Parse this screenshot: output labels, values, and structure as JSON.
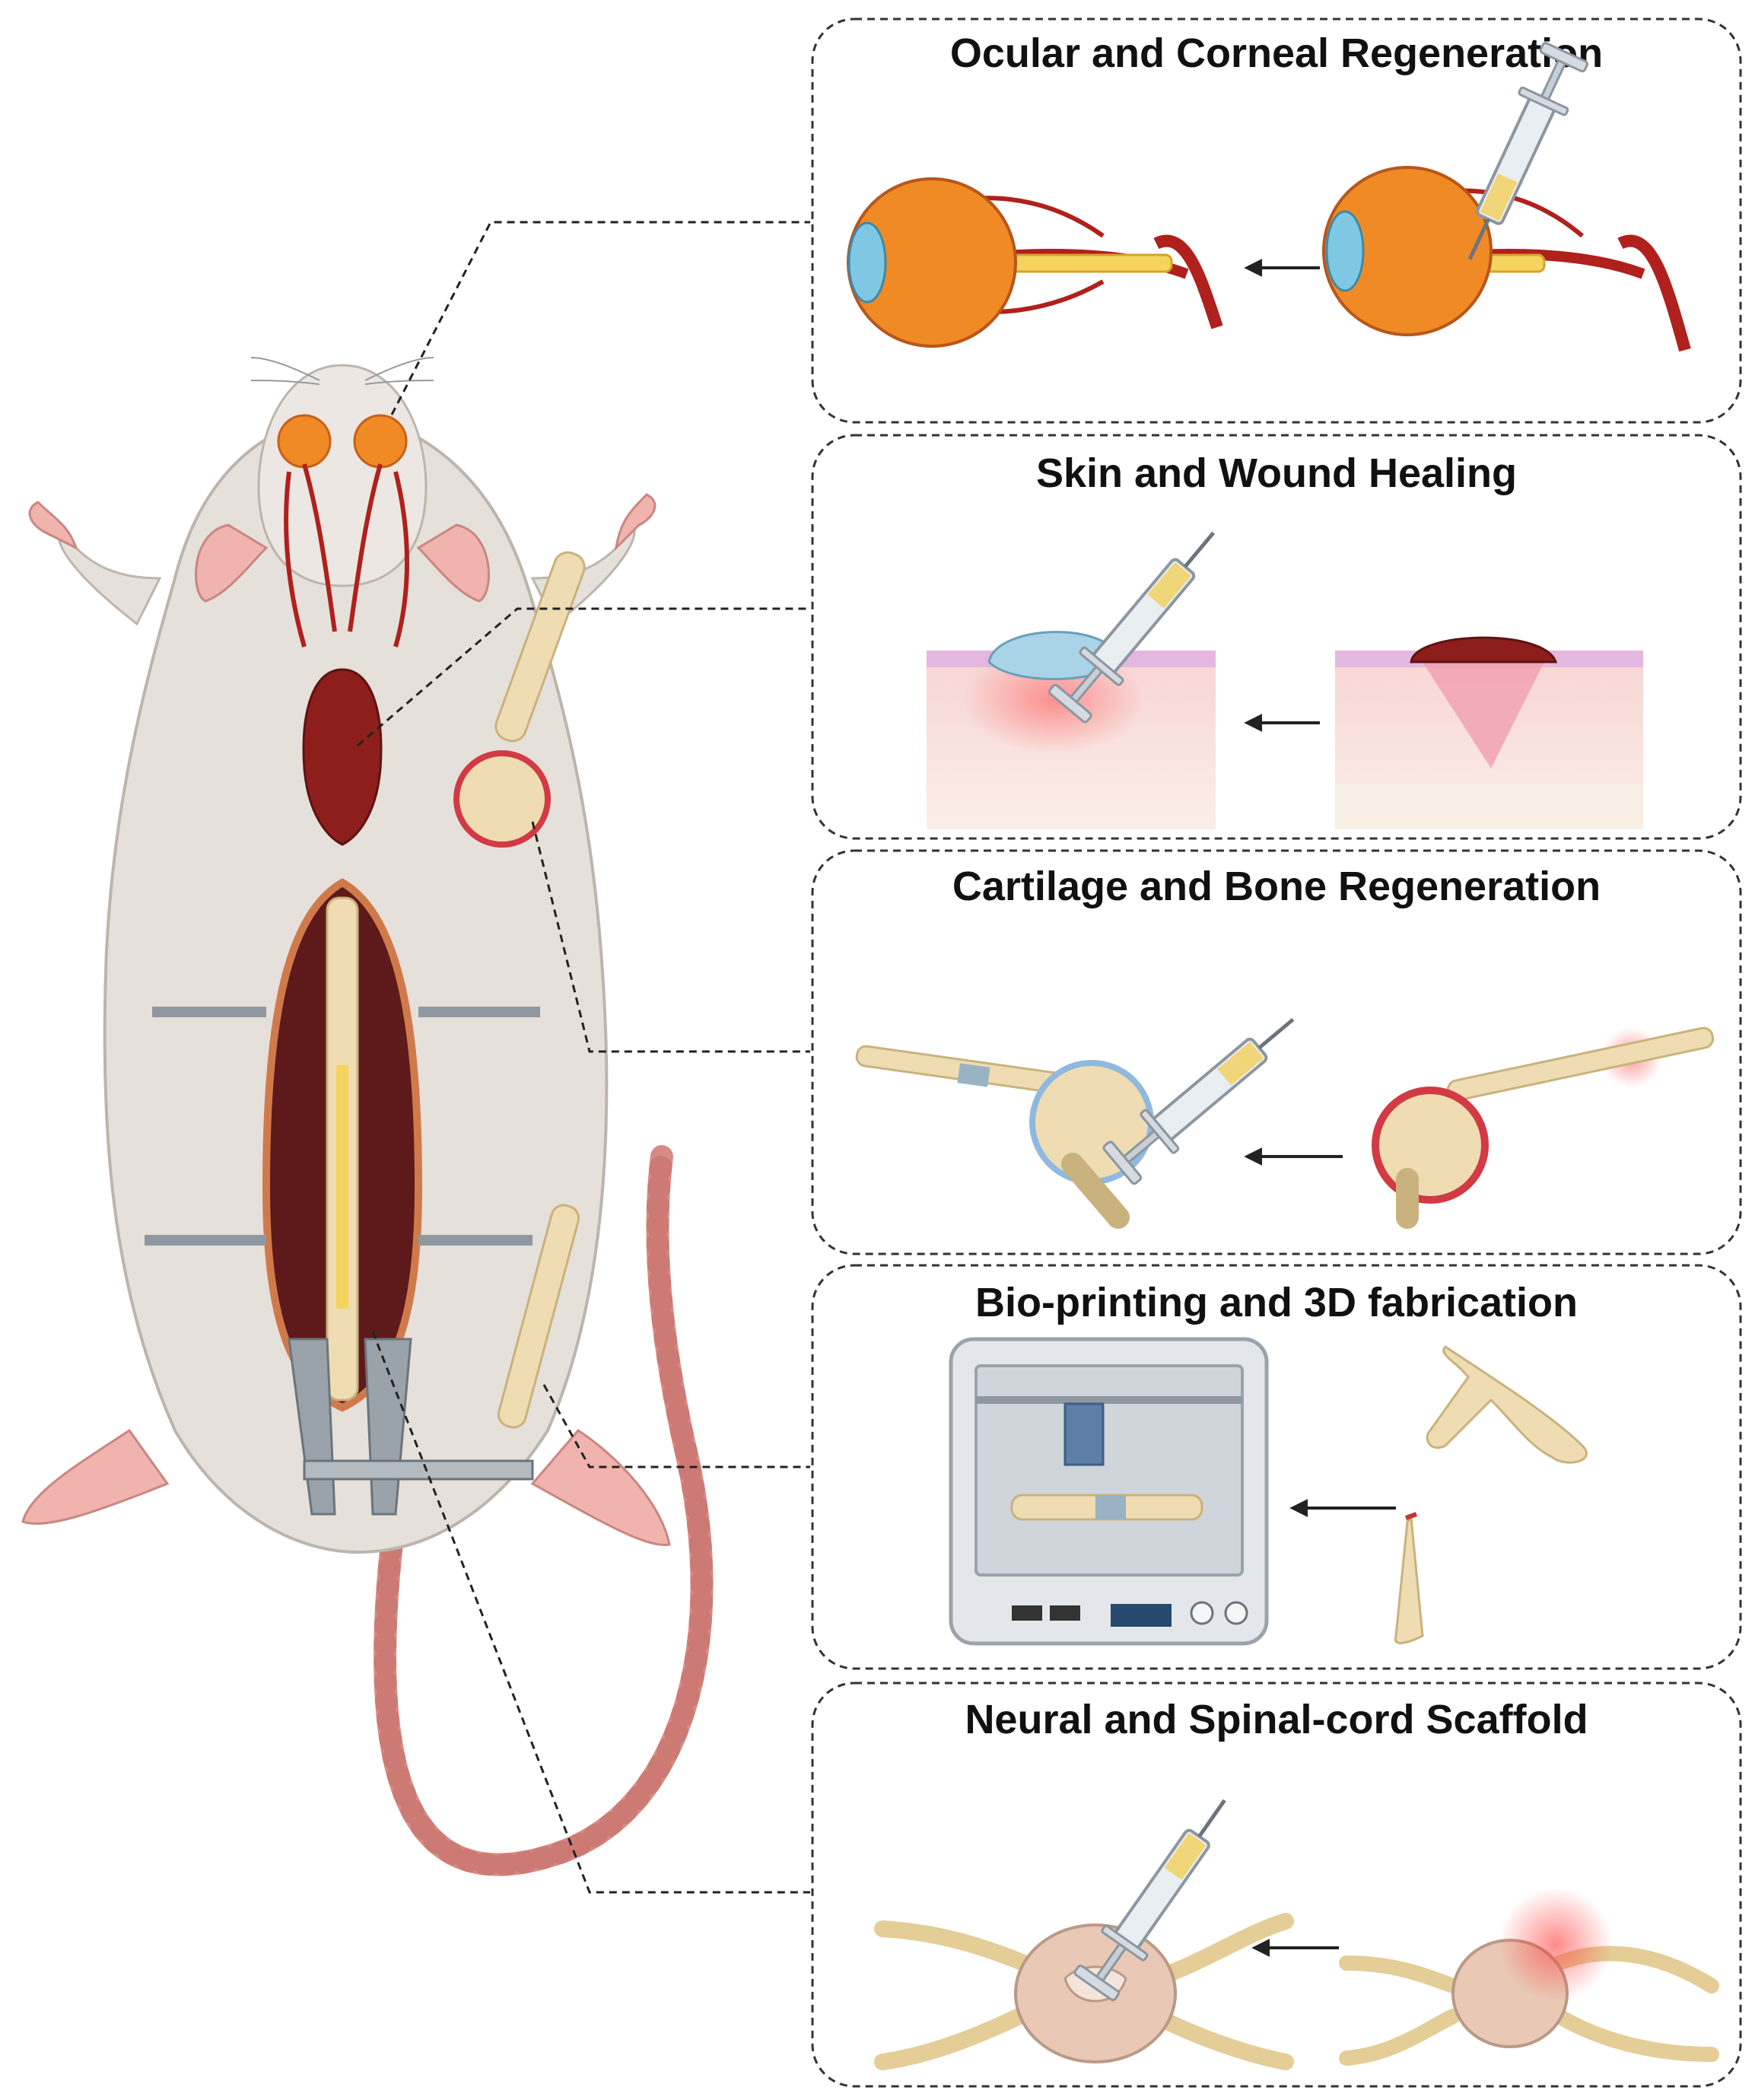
{
  "panels": [
    {
      "id": "ocular",
      "title": "Ocular and Corneal Regeneration",
      "icon": "eye-injection-icon"
    },
    {
      "id": "skin",
      "title": "Skin and Wound Healing",
      "icon": "skin-wound-icon"
    },
    {
      "id": "cartilage",
      "title": "Cartilage and Bone Regeneration",
      "icon": "joint-bone-icon"
    },
    {
      "id": "bioprint",
      "title": "Bio-printing and 3D fabrication",
      "icon": "3d-printer-icon"
    },
    {
      "id": "neural",
      "title": "Neural and Spinal-cord Scaffold",
      "icon": "spinal-cord-icon"
    }
  ],
  "colors": {
    "border": "#333333",
    "eye_orange": "#f08a24",
    "vessel_red": "#b0201c",
    "bone": "#efdcb2",
    "skin_pink": "#f4cfd0",
    "rat_fur": "#e6e0da",
    "tail": "#d98a84"
  }
}
